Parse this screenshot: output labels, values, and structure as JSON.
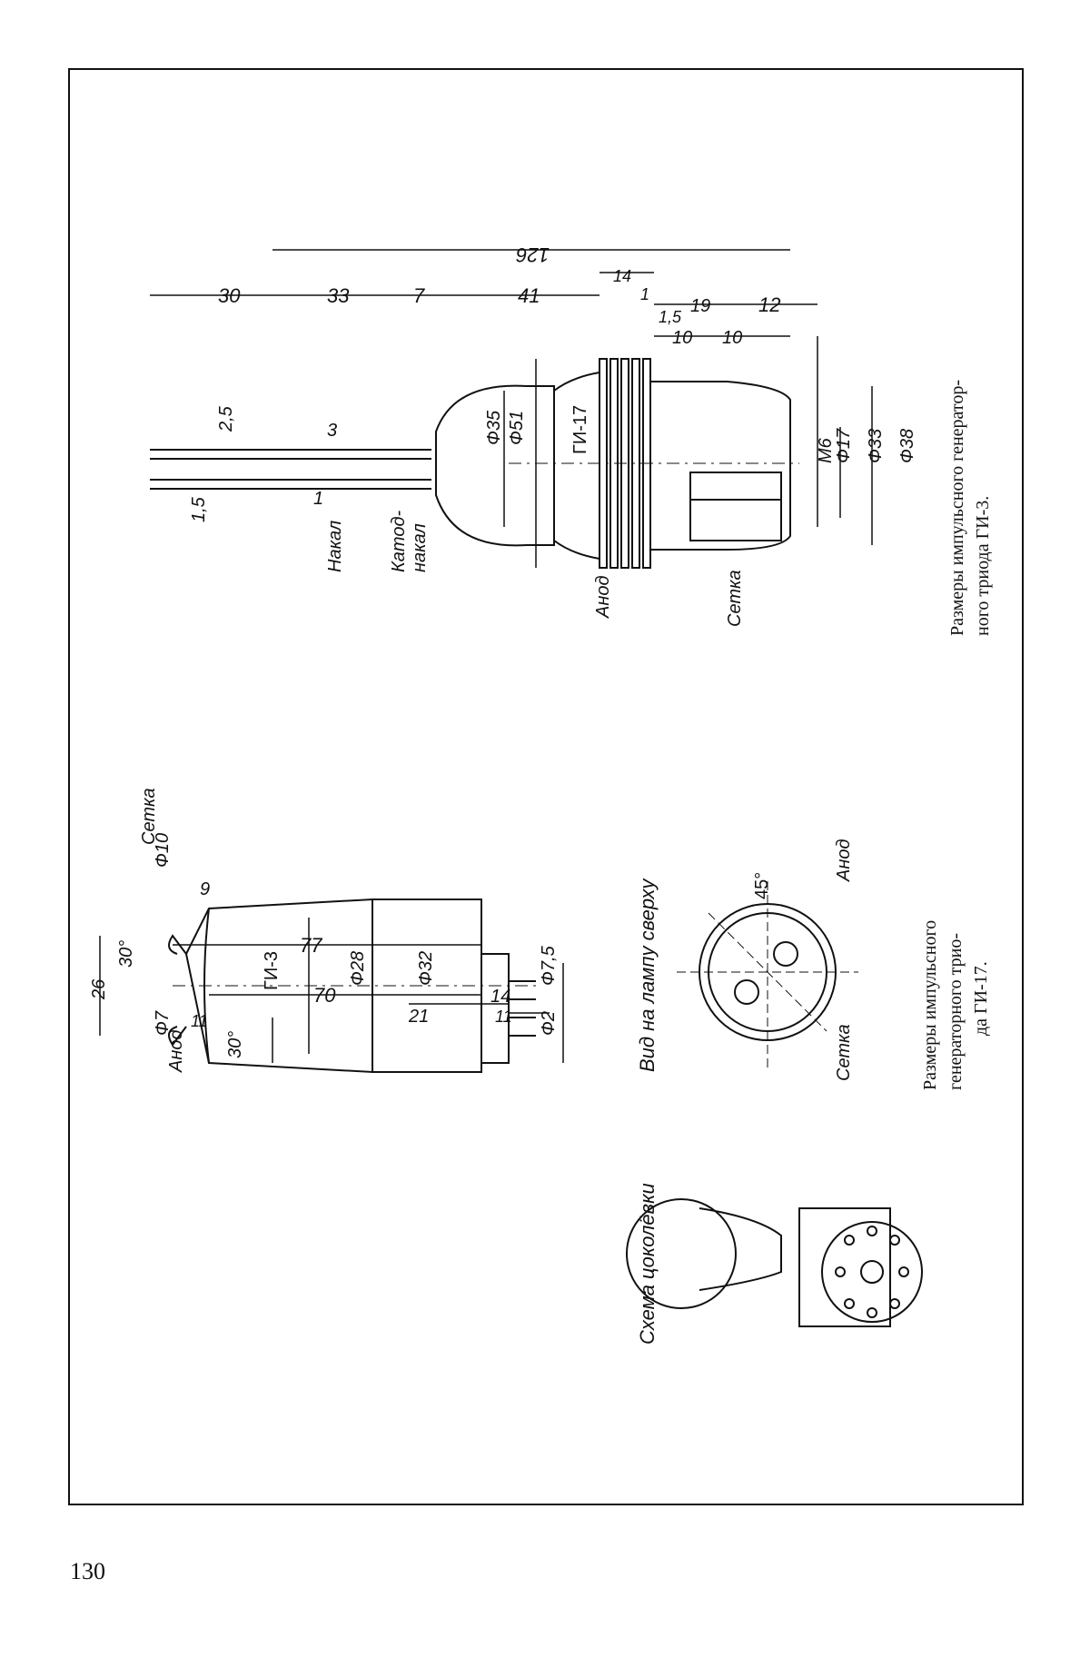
{
  "page_number": "130",
  "gi3": {
    "tube_label": "ГИ-3",
    "dims": {
      "d26": "26",
      "a30top": "30°",
      "a30bot": "30°",
      "d10": "Ф10",
      "d9": "9",
      "d7": "Ф7",
      "d11": "11",
      "d77": "77",
      "d70": "70",
      "d14": "14",
      "d21": "21",
      "d11b": "11",
      "d28": "Ф28",
      "d32": "Ф32",
      "d75": "Ф7,5",
      "d2": "Ф2"
    },
    "labels": {
      "anode": "Анод",
      "grid": "Сетка"
    },
    "caption": [
      "Размеры импульсного",
      "генераторного трио-",
      "да ГИ-17."
    ]
  },
  "schema": {
    "title": "Схема цоколёвки"
  },
  "top_view": {
    "title": "Вид на лампу сверху",
    "angle": "45°",
    "labels": {
      "anode": "Анод",
      "grid": "Сетка"
    }
  },
  "gi17": {
    "tube_label": "ГИ-17",
    "dims": {
      "d126": "126",
      "d30": "30",
      "d33": "33",
      "d7": "7",
      "d41": "41",
      "d14": "14",
      "d15": "1,5",
      "d1": "1",
      "d19": "19",
      "d10a": "10",
      "d10b": "10",
      "d12": "12",
      "d25": "2,5",
      "d3": "3",
      "d15b": "1,5",
      "d1b": "1",
      "d35": "Ф35",
      "d51": "Ф51",
      "m6": "М6",
      "d17": "Ф17",
      "d33b": "Ф33",
      "d38": "Ф38"
    },
    "labels": {
      "heater": "Накал",
      "cathode1": "Катод-",
      "cathode2": "накал",
      "anode": "Анод",
      "grid": "Сетка"
    },
    "caption": [
      "Размеры импульсного генератор-",
      "ного триода ГИ-3."
    ]
  }
}
